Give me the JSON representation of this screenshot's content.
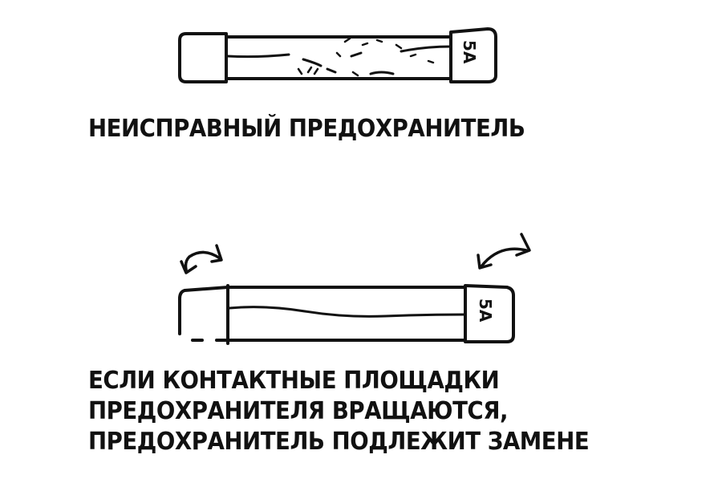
{
  "fuse_top": {
    "rating_label": "5A"
  },
  "fuse_bottom": {
    "rating_label": "5A"
  },
  "caption_top": {
    "text": "НЕИСПРАВНЫЙ ПРЕДОХРАНИТЕЛЬ"
  },
  "caption_bottom": {
    "lines": [
      "ЕСЛИ КОНТАКТНЫЕ ПЛОЩАДКИ",
      "ПРЕДОХРАНИТЕЛЯ ВРАЩАЮТСЯ,",
      "ПРЕДОХРАНИТЕЛЬ ПОДЛЕЖИТ ЗАМЕНЕ"
    ]
  },
  "colors": {
    "ink": "#111111",
    "background": "#ffffff"
  }
}
